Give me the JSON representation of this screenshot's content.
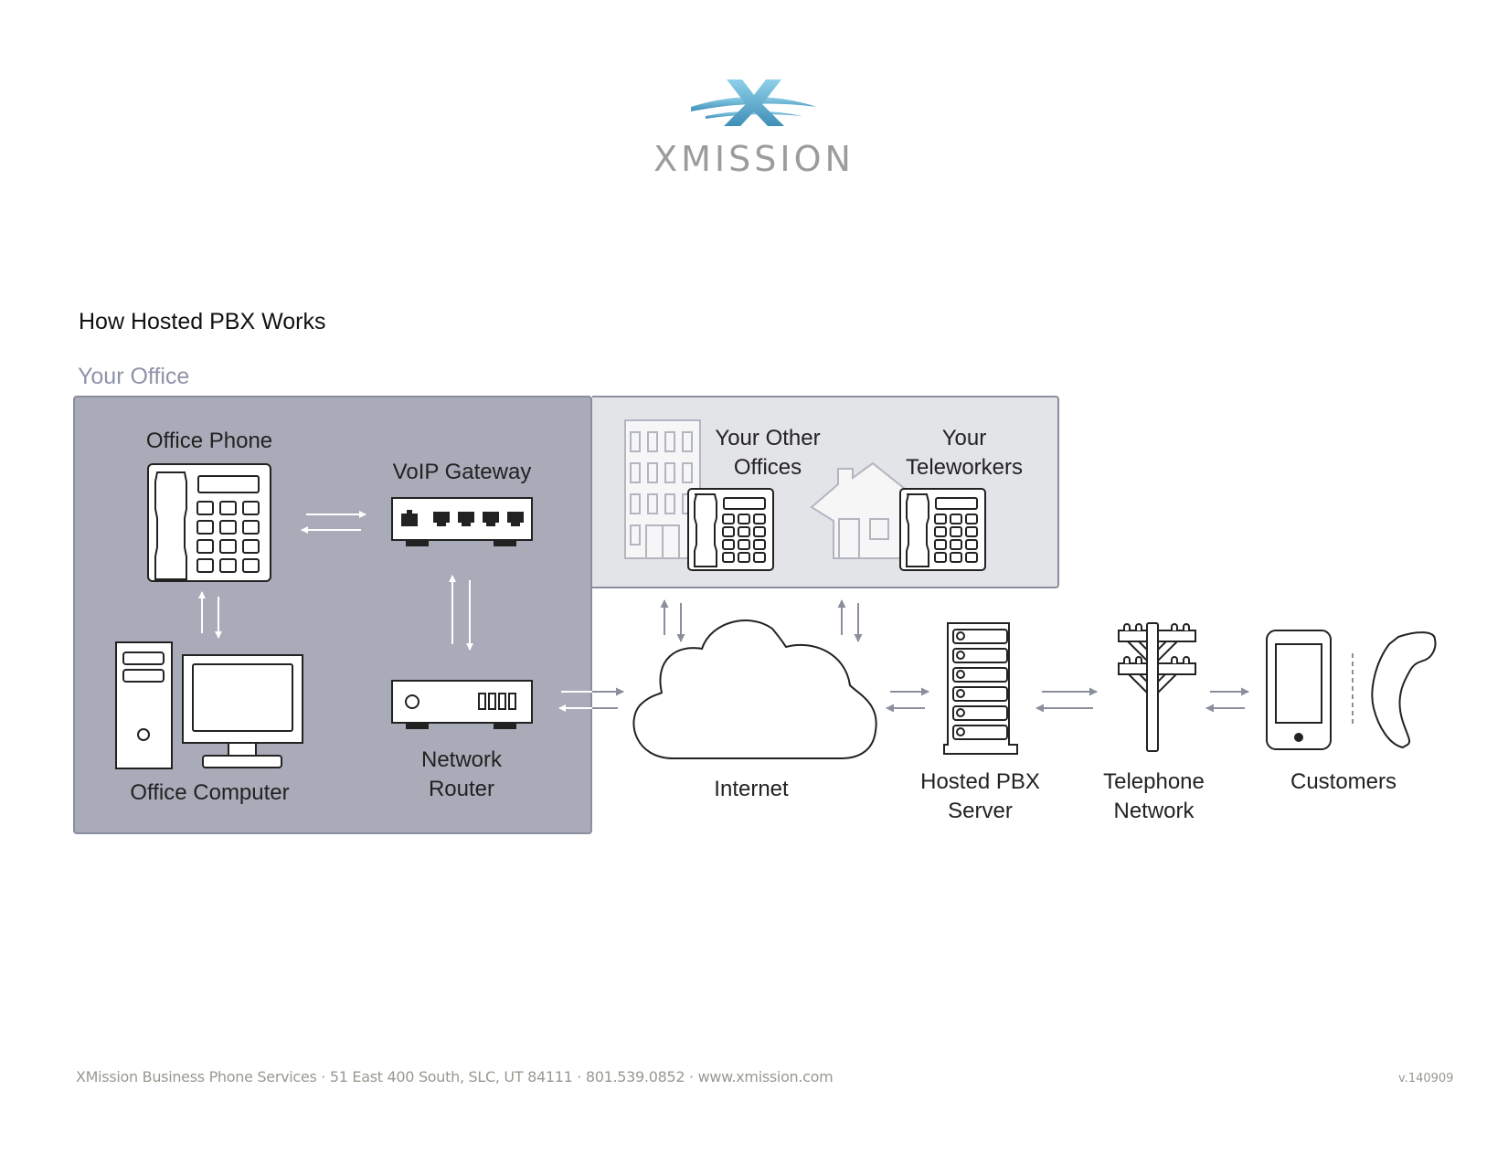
{
  "brand": {
    "name": "XMISSION",
    "colors": {
      "logo_blue": "#5aaed3",
      "logo_gray": "#9a9c9e"
    }
  },
  "page_title": "How Hosted PBX Works",
  "section_label": "Your Office",
  "colors": {
    "office_box_fill": "#a9abb8",
    "remote_box_fill": "#e3e4e8",
    "box_border": "#8b8e9d",
    "arrow_inside": "#ffffff",
    "arrow_outside": "#8b8e9d",
    "section_label": "#8e93a8"
  },
  "nodes": {
    "office_phone": "Office Phone",
    "voip_gateway": "VoIP Gateway",
    "office_computer": "Office Computer",
    "network_router": {
      "line1": "Network",
      "line2": "Router"
    },
    "other_offices": {
      "line1": "Your Other",
      "line2": "Offices"
    },
    "teleworkers": {
      "line1": "Your",
      "line2": "Teleworkers"
    },
    "internet": "Internet",
    "hosted_pbx": {
      "line1": "Hosted PBX",
      "line2": "Server"
    },
    "telephone_network": {
      "line1": "Telephone",
      "line2": "Network"
    },
    "customers": "Customers"
  },
  "connections": [
    {
      "from": "Office Phone",
      "to": "VoIP Gateway",
      "bidirectional": true
    },
    {
      "from": "Office Phone",
      "to": "Office Computer",
      "bidirectional": true
    },
    {
      "from": "VoIP Gateway",
      "to": "Network Router",
      "bidirectional": true
    },
    {
      "from": "Network Router",
      "to": "Internet",
      "bidirectional": true
    },
    {
      "from": "Your Other Offices",
      "to": "Internet",
      "bidirectional": true
    },
    {
      "from": "Your Teleworkers",
      "to": "Internet",
      "bidirectional": true
    },
    {
      "from": "Internet",
      "to": "Hosted PBX Server",
      "bidirectional": true
    },
    {
      "from": "Hosted PBX Server",
      "to": "Telephone Network",
      "bidirectional": true
    },
    {
      "from": "Telephone Network",
      "to": "Customers",
      "bidirectional": true
    }
  ],
  "footer": {
    "text": "XMission Business Phone Services · 51 East 400 South, SLC, UT 84111 · 801.539.0852 · www.xmission.com",
    "version": "v.140909"
  }
}
